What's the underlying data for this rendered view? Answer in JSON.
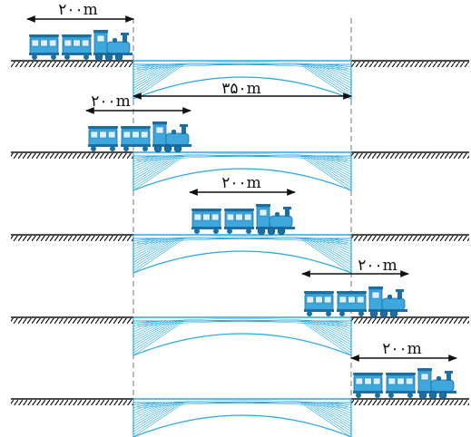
{
  "labels": {
    "train_length": "۲۰۰m",
    "bridge_length": "۳۵۰m"
  },
  "colors": {
    "train_body": "#3ea7dc",
    "train_dark": "#1b6fa3",
    "train_window": "#d8f1fb",
    "bridge": "#29a9e0",
    "ground": "#111111",
    "guide_line": "#777777"
  },
  "frames": [
    {
      "id": 1,
      "train_position": "before bridge"
    },
    {
      "id": 2,
      "train_position": "entering bridge"
    },
    {
      "id": 3,
      "train_position": "fully on bridge"
    },
    {
      "id": 4,
      "train_position": "leaving bridge"
    },
    {
      "id": 5,
      "train_position": "past bridge"
    }
  ]
}
